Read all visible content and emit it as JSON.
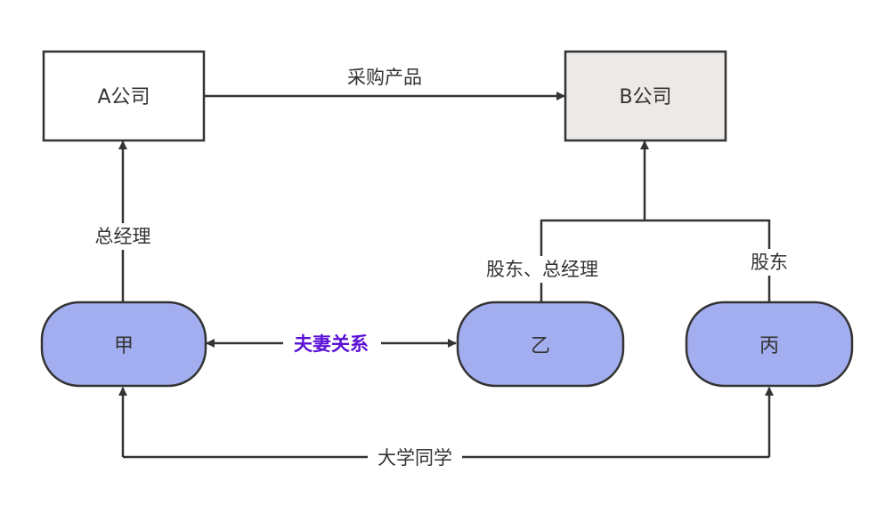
{
  "nodes": {
    "company_a": "A公司",
    "company_b": "B公司",
    "person_jia": "甲",
    "person_yi": "乙",
    "person_bing": "丙"
  },
  "edges": {
    "purchase": "采购产品",
    "general_manager": "总经理",
    "shareholder_gm": "股东、总经理",
    "shareholder": "股东",
    "spouse": "夫妻关系",
    "classmates": "大学同学"
  },
  "colors": {
    "line": "#333333",
    "company_a_fill": "#ffffff",
    "company_b_fill": "#ede9e6",
    "person_fill": "#a3aef0",
    "spouse_label": "#5b10d6"
  }
}
